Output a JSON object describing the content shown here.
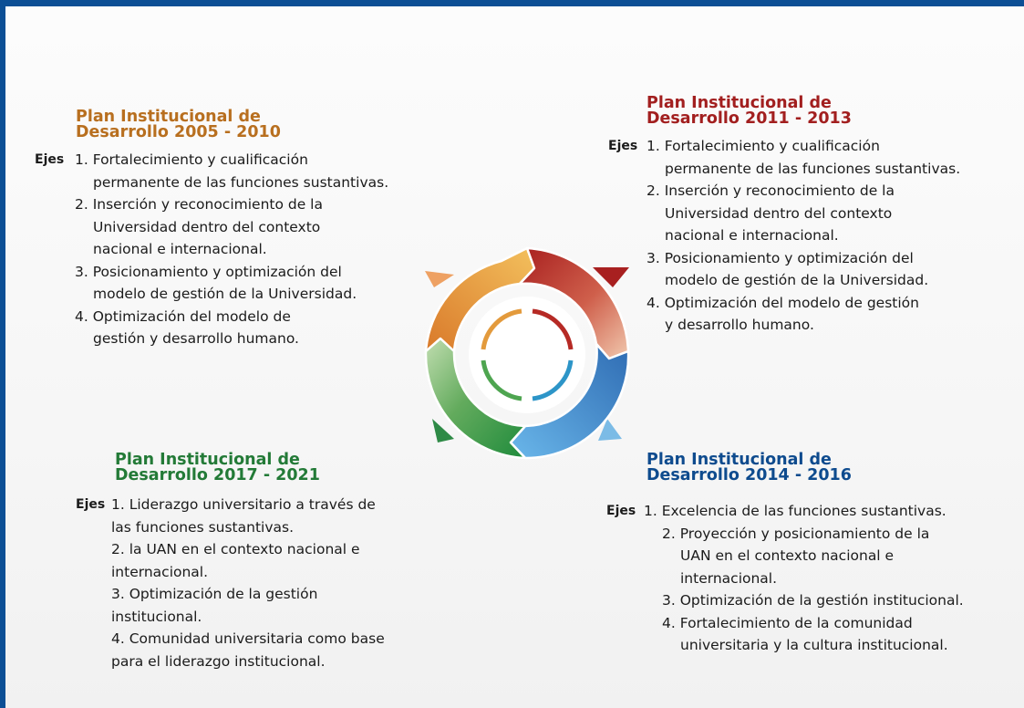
{
  "colors": {
    "frame": "#0c4f95",
    "orange": "#b86f1f",
    "red": "#a21f1f",
    "green": "#237a37",
    "blue": "#0e4b8e"
  },
  "ejes_label": "Ejes",
  "plans": [
    {
      "title_line1": "Plan Institucional de",
      "title_line2": "Desarrollo 2005 - 2010",
      "lines": [
        "1. Fortalecimiento y cualificación",
        "permanente de las funciones sustantivas.",
        "2. Inserción y reconocimiento de la",
        "Universidad dentro del contexto",
        "nacional e internacional.",
        "3. Posicionamiento y optimización del",
        "modelo de gestión de la Universidad.",
        "4. Optimización del modelo de",
        "gestión y desarrollo humano."
      ]
    },
    {
      "title_line1": "Plan Institucional de",
      "title_line2": "Desarrollo 2011 - 2013",
      "lines": [
        "1. Fortalecimiento y cualificación",
        "permanente de las funciones sustantivas.",
        "2. Inserción y reconocimiento de la",
        "Universidad dentro del contexto",
        "nacional e internacional.",
        "3. Posicionamiento y optimización del",
        "modelo de gestión de la Universidad.",
        "4. Optimización del modelo de gestión",
        "y desarrollo humano."
      ]
    },
    {
      "title_line1": "Plan Institucional de",
      "title_line2": "Desarrollo 2017 - 2021",
      "lines": [
        "1. Liderazgo universitario a través de",
        "las funciones sustantivas.",
        "2. la UAN en el contexto nacional e",
        "internacional.",
        "3. Optimización de la gestión",
        "institucional.",
        "4. Comunidad universitaria como base",
        "para el liderazgo institucional."
      ]
    },
    {
      "title_line1": "Plan Institucional de",
      "title_line2": "Desarrollo 2014 - 2016",
      "lines": [
        "1. Excelencia de las funciones sustantivas.",
        "2. Proyección y posicionamiento de la",
        "UAN en el contexto nacional e",
        "internacional.",
        "3. Optimización de la gestión institucional.",
        "4. Fortalecimiento de la comunidad",
        "universitaria y la cultura institucional."
      ]
    }
  ]
}
